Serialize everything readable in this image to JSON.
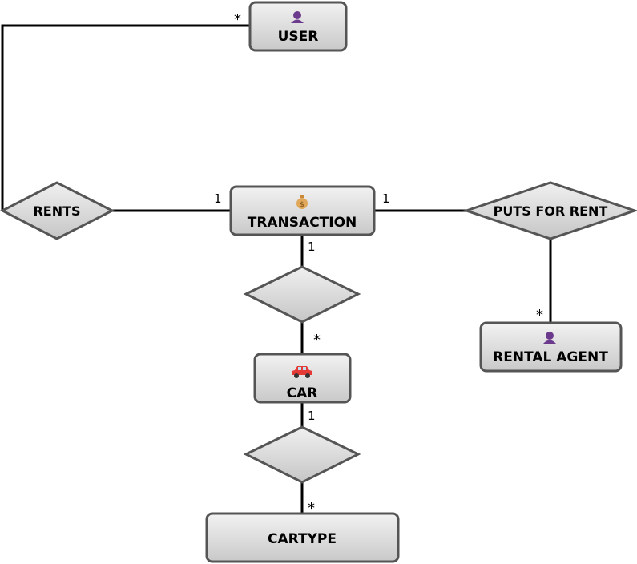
{
  "colors": {
    "entity_fill_top": "#f2f2f2",
    "entity_fill_bottom": "#cbcbcb",
    "border": "#555555",
    "icon_purple": "#6b3a8c",
    "car_red": "#e53935",
    "moneybag": "#e0a85a"
  },
  "entities": {
    "user": {
      "label": "USER",
      "icon": "person-icon"
    },
    "transaction": {
      "label": "TRANSACTION",
      "icon": "money-bag-icon"
    },
    "rental_agent": {
      "label": "RENTAL AGENT",
      "icon": "person-icon"
    },
    "car": {
      "label": "CAR",
      "icon": "car-icon"
    },
    "cartype": {
      "label": "CARTYPE",
      "icon": ""
    }
  },
  "relationships": {
    "rents": {
      "label": "RENTS"
    },
    "puts_for_rent": {
      "label": "PUTS FOR RENT"
    },
    "transaction_car": {
      "label": ""
    },
    "car_cartype": {
      "label": ""
    }
  },
  "cardinalities": {
    "user_rents": "*",
    "transaction_rents": "1",
    "transaction_puts": "1",
    "agent_puts": "*",
    "transaction_down": "1",
    "car_up": "*",
    "car_down": "1",
    "cartype_up": "*"
  }
}
